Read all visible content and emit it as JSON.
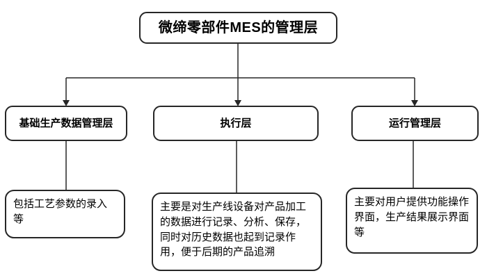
{
  "flowchart": {
    "root": {
      "label": "微缔零部件MES的管理层"
    },
    "branches": [
      {
        "label": "基础生产数据管理层",
        "description": "包括工艺参数的录入等"
      },
      {
        "label": "执行层",
        "description": "主要是对生产线设备对产品加工的数据进行记录、分析、保存，同时对历史数据也起到记录作用，便于后期的产品追溯"
      },
      {
        "label": "运行管理层",
        "description": "主要对用户提供功能操作界面，生产结果展示界面等"
      }
    ],
    "colors": {
      "border": "#262626",
      "line": "#262626",
      "background": "#ffffff",
      "text": "#000000"
    }
  }
}
